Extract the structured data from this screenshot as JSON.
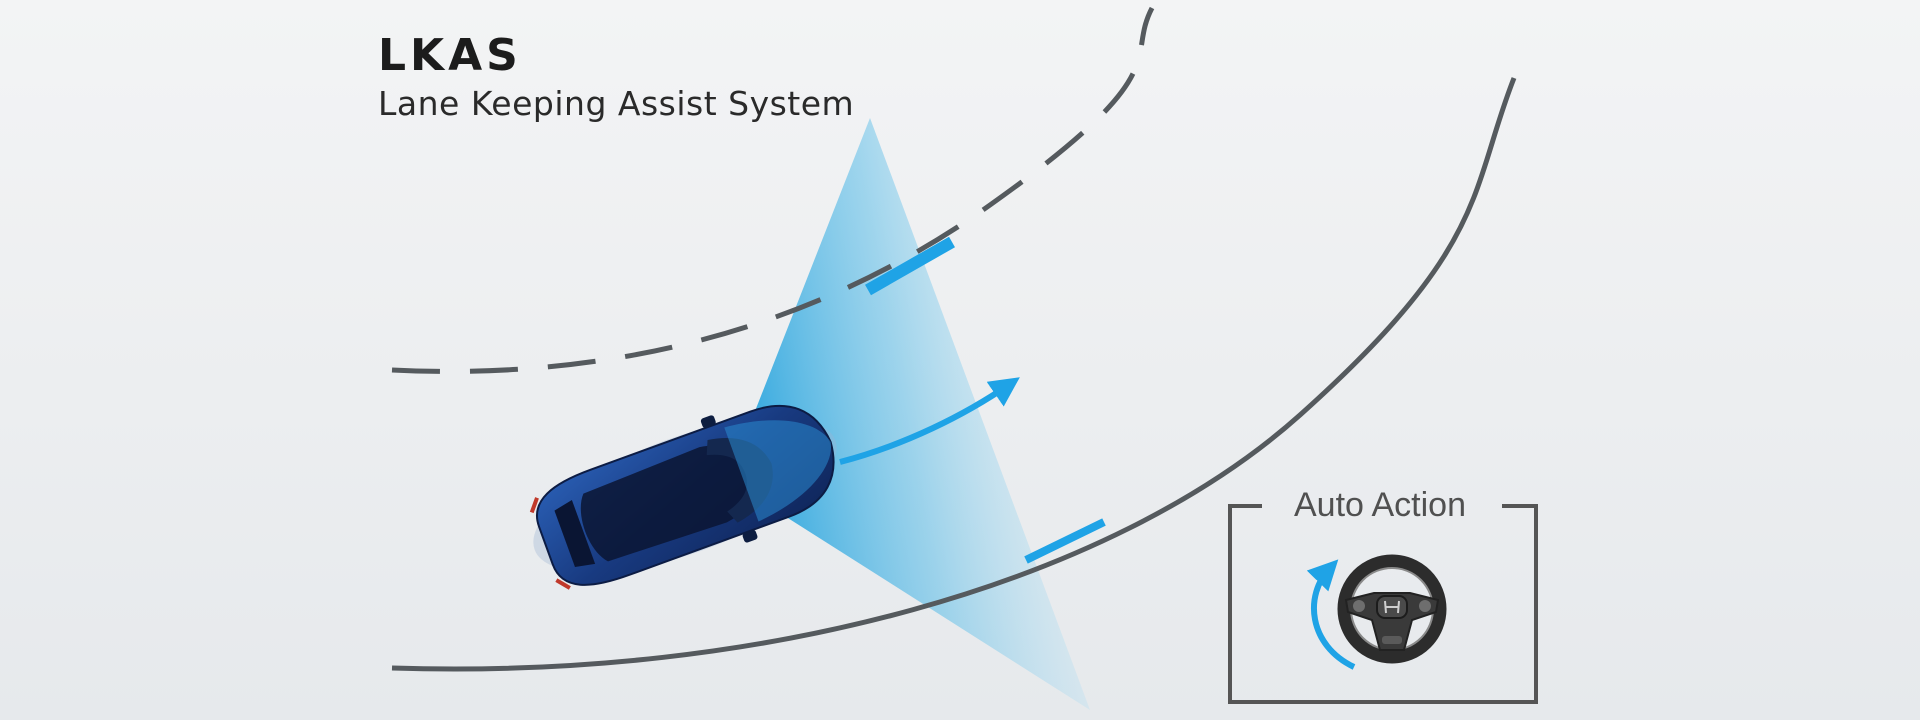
{
  "header": {
    "title": "LKAS",
    "subtitle": "Lane Keeping Assist System"
  },
  "auto_action": {
    "label": "Auto Action"
  },
  "icons": [
    "car-icon",
    "steering-wheel-icon",
    "honda-logo-icon",
    "rotation-arrow-icon",
    "steering-direction-arrow-icon"
  ],
  "colors": {
    "accent": "#1fa3e6",
    "lane_line": "#555a5e",
    "car_body": "#1d3f86",
    "frame": "#555555"
  }
}
